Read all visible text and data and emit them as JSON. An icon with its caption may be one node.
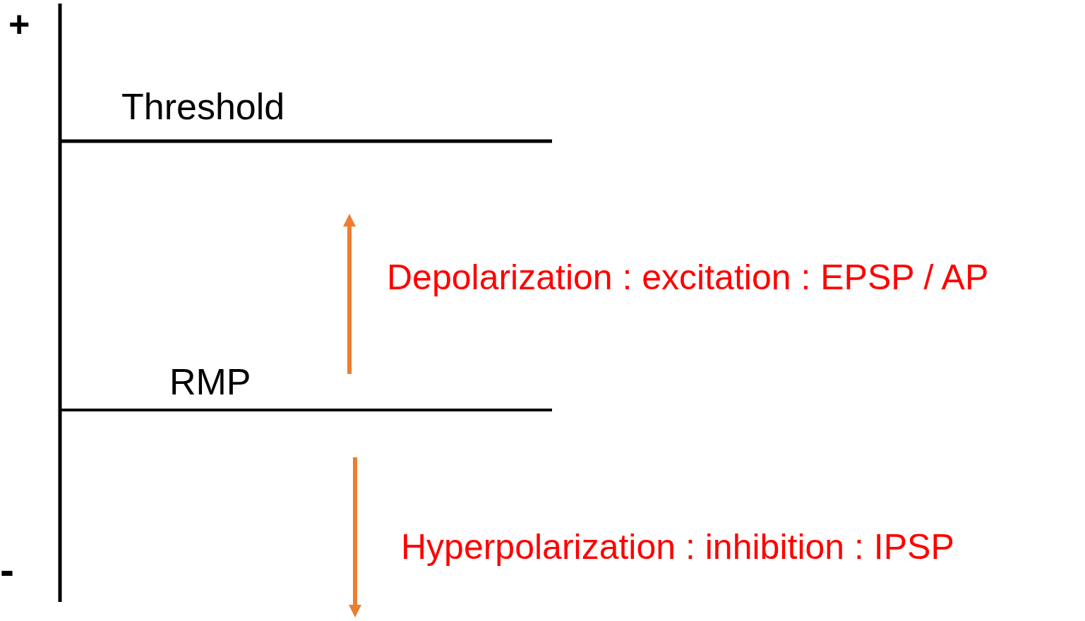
{
  "diagram": {
    "labels": [
      "+",
      "Threshold",
      "Depolarization : excitation : EPSP / AP",
      "RMP",
      "Hyperpolarization : inhibition : IPSP",
      "-"
    ]
  }
}
